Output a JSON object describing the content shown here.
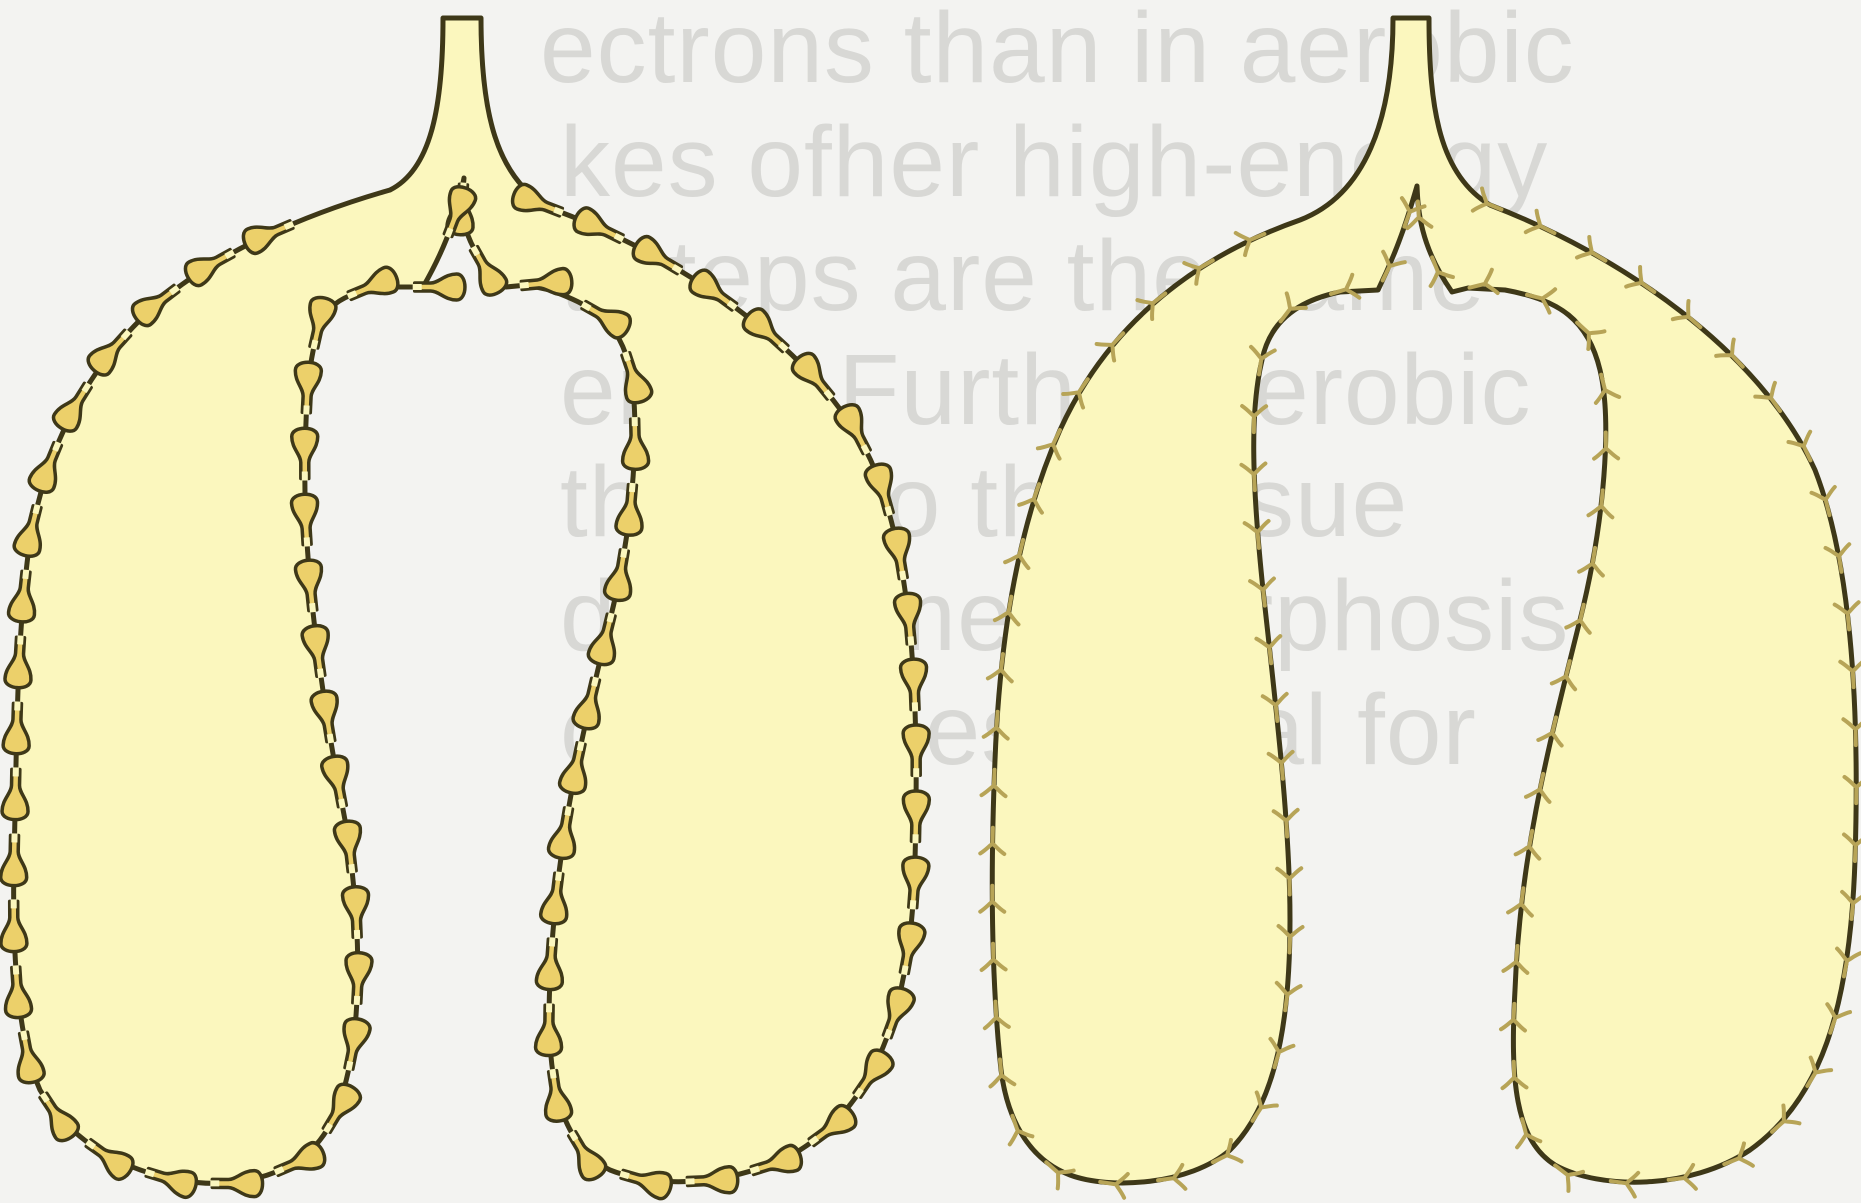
{
  "background_text": {
    "lines": [
      "ectrons than in aerobic",
      "kes ofher high-energy",
      "t steps are the same",
      "ence. Further aerobic",
      "thesis to the tissue",
      "during metamorphosis",
      "cycle is essential for"
    ]
  },
  "colors": {
    "lung_fill": "#fbf7be",
    "lung_outline": "#3e3818",
    "septum_fill": "#ecd06a",
    "alveolus_mark": "#b7a457",
    "page_background": "#f3f3f1",
    "bleed_text": "#d8d8d5"
  }
}
